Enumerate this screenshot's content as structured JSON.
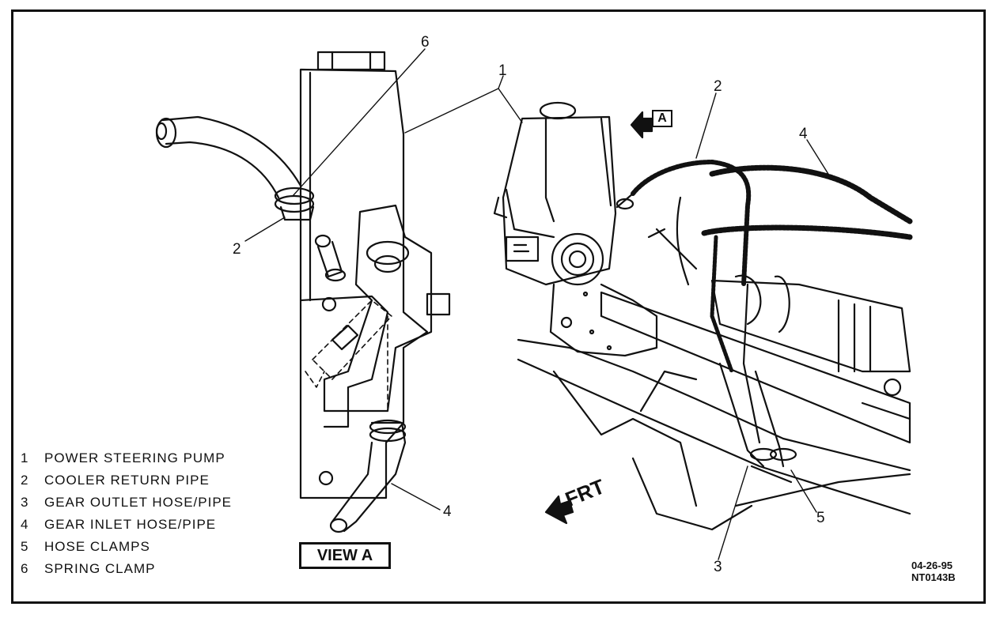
{
  "callouts": {
    "left_6": "6",
    "left_2": "2",
    "left_4": "4",
    "right_1": "1",
    "right_2": "2",
    "right_4": "4",
    "right_3": "3",
    "right_5": "5"
  },
  "legend": [
    {
      "num": "1",
      "text": "POWER STEERING PUMP"
    },
    {
      "num": "2",
      "text": "COOLER RETURN PIPE"
    },
    {
      "num": "3",
      "text": "GEAR OUTLET HOSE/PIPE"
    },
    {
      "num": "4",
      "text": "GEAR INLET HOSE/PIPE"
    },
    {
      "num": "5",
      "text": "HOSE CLAMPS"
    },
    {
      "num": "6",
      "text": "SPRING CLAMP"
    }
  ],
  "view_label": "VIEW A",
  "view_marker": "A",
  "direction_label": "FRT",
  "figure_code": {
    "line1": "04-26-95",
    "line2": "NT0143B"
  },
  "colors": {
    "ink": "#111111",
    "paper": "#ffffff"
  }
}
